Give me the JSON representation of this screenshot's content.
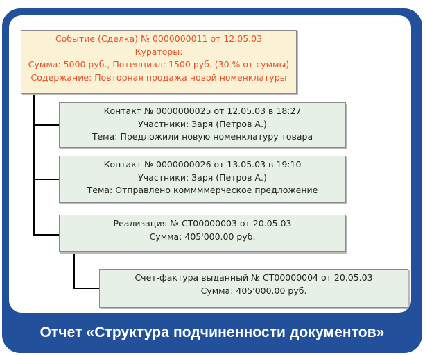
{
  "caption": "Отчет «Структура подчиненности документов»",
  "root": {
    "lines": [
      "Событие (Сделка) № 0000000011 от 12.05.03",
      "Кураторы:",
      "Сумма: 5000 руб., Потенциал: 1500 руб. (30 % от суммы)",
      "Содержание: Повторная продажа новой номенклатуры"
    ]
  },
  "nodes": [
    {
      "lines": [
        "Контакт № 0000000025 от 12.05.03 в 18:27",
        "Участники: Заря (Петров А.)",
        "Тема: Предложили новую номенклатуру товара"
      ]
    },
    {
      "lines": [
        "Контакт № 0000000026 от 13.05.03 в 19:10",
        "Участники: Заря (Петров А.)",
        "Тема: Отправлено коммммерческое предложение"
      ]
    },
    {
      "lines": [
        "Реализация  № СТ00000003 от 20.05.03",
        "Сумма: 405'000.00 руб."
      ]
    },
    {
      "lines": [
        "Счет-фактура выданный № СТ00000004 от 20.05.03",
        "Сумма: 405'000.00 руб."
      ]
    }
  ]
}
